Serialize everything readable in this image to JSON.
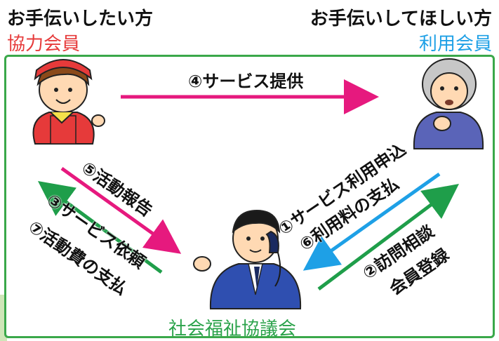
{
  "headings": {
    "left_title": "お手伝いしたい方",
    "left_role": "協力会員",
    "right_title": "お手伝いしてほしい方",
    "right_role": "利用会員",
    "bottom_role": "社会福祉協議会"
  },
  "steps": {
    "s4": "④サービス提供",
    "s5": "⑤活動報告",
    "s3": "③サービス依頼",
    "s7": "⑦活動費の支払",
    "s1": "①サービス利用申込",
    "s6": "⑥利用料の支払",
    "s2": "②訪問相談",
    "s2b": "会員登録"
  },
  "colors": {
    "magenta": "#e6197e",
    "green": "#1f9e4a",
    "blue": "#1ea0e6",
    "red": "#e63a3a",
    "frame_green": "#3aa84a"
  },
  "icons": {
    "left": "woman-volunteer-icon",
    "right": "elderly-woman-icon",
    "center": "man-on-phone-icon"
  }
}
